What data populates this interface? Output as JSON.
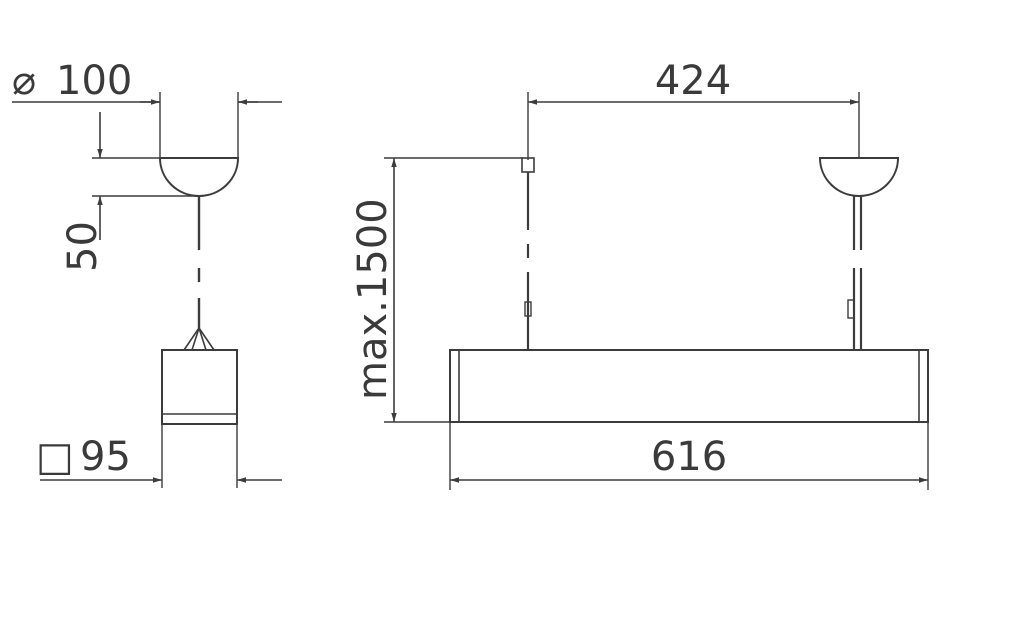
{
  "side_view": {
    "diameter_symbol": "⌀",
    "diameter_value": "100",
    "canopy_height": "50",
    "square_symbol": "□",
    "body_width": "95"
  },
  "front_view": {
    "suspension_spacing": "424",
    "max_height": "max.1500",
    "length": "616"
  },
  "colors": {
    "line": "#3c3c3c",
    "text": "#3a3a3a",
    "background": "#ffffff"
  }
}
